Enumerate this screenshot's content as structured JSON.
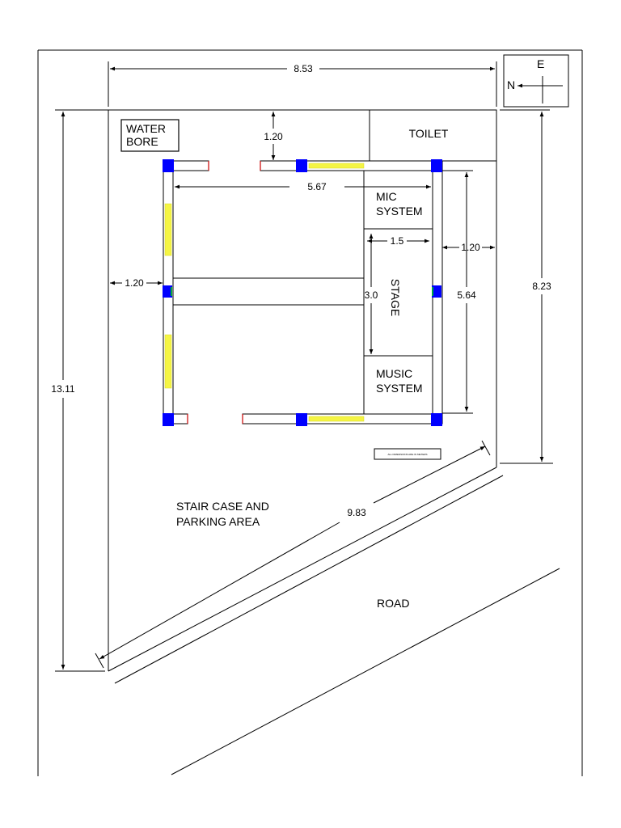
{
  "compass": {
    "east": "E",
    "north": "N"
  },
  "rooms": {
    "water_bore": [
      "WATER",
      "BORE"
    ],
    "toilet": "TOILET",
    "mic_system": [
      "MIC",
      "SYSTEM"
    ],
    "stage": "STAGE",
    "music_system": [
      "MUSIC",
      "SYSTEM"
    ]
  },
  "labels": {
    "parking": [
      "STAIR CASE AND",
      "PARKING AREA"
    ],
    "road": "ROAD",
    "note": "ALL DIMENSIONS ARE IN METERS"
  },
  "dimensions": {
    "top_width": "8.53",
    "left_height": "13.11",
    "right_height": "8.23",
    "diagonal": "9.83",
    "top_setback": "1.20",
    "left_setback": "1.20",
    "right_setback": "1.20",
    "inner_width": "5.67",
    "inner_height": "5.64",
    "stage_width": "1.5",
    "stage_length": "3.0"
  },
  "colors": {
    "line": "#000000",
    "column": "#0000ff",
    "window": "#f5f544",
    "door_jamb": "#cc0000"
  }
}
